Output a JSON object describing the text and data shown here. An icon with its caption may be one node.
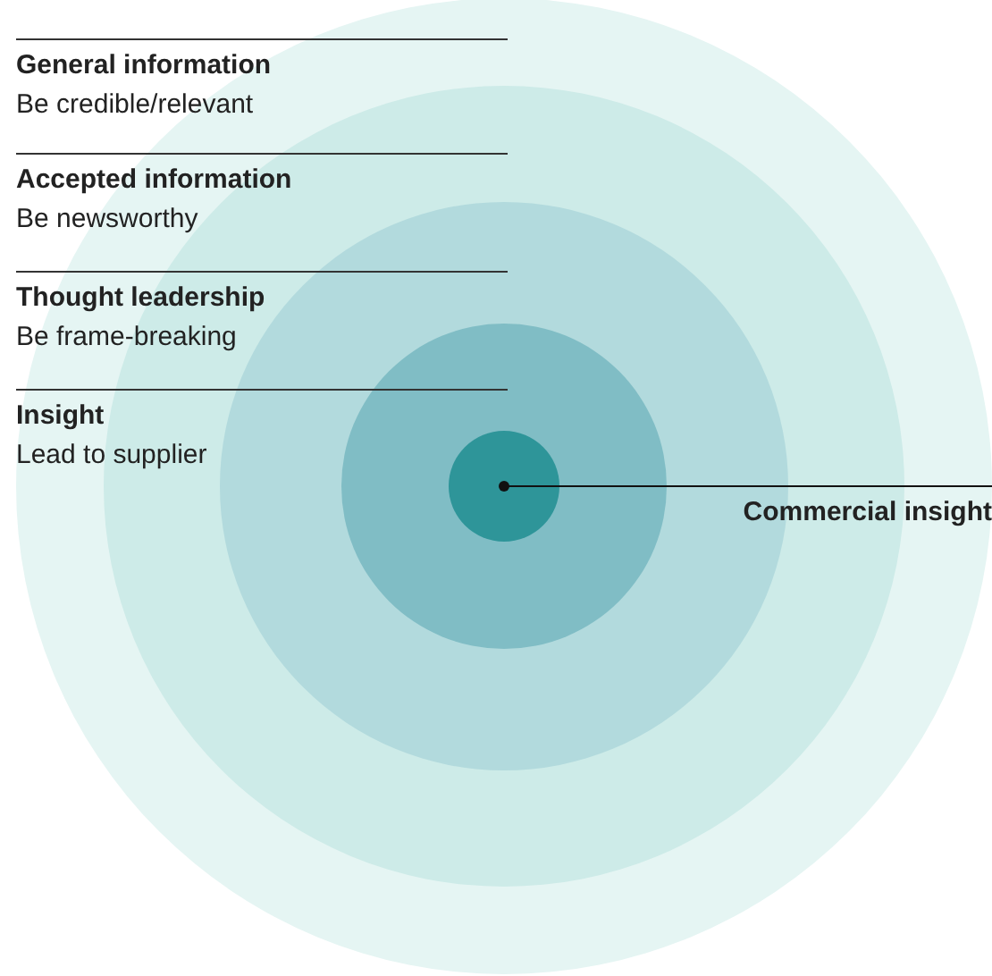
{
  "diagram": {
    "nodes": [
      {
        "text": [],
        "shape": "circle"
      },
      {
        "text": [],
        "shape": "circle",
        "in": 0
      },
      {
        "text": [],
        "shape": "circle",
        "in": 1
      },
      {
        "text": [],
        "shape": "circle",
        "in": 2
      },
      {
        "text": [],
        "shape": "circle",
        "in": 3
      },
      {
        "text": [
          "Commercial insight"
        ],
        "in": 0
      }
    ],
    "edges": [
      {
        "from": 5,
        "to": 4,
        "arrow": "other"
      }
    ],
    "labels": [
      "General information",
      "Be credible/relevant",
      "Accepted information",
      "Be newsworthy",
      "Thought leadership",
      "Be frame-breaking",
      "Insight",
      "Lead to supplier"
    ]
  }
}
